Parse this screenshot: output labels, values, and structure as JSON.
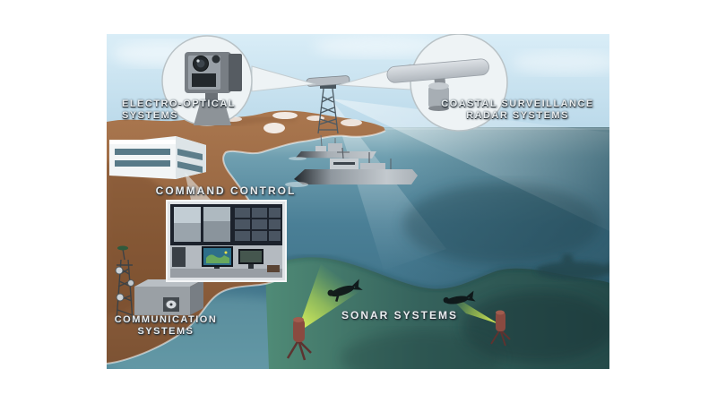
{
  "labels": {
    "electro_optical": {
      "line1": "ELECTRO-OPTICAL",
      "line2": "SYSTEMS"
    },
    "coastal_radar": {
      "line1": "COASTAL SURVEILLANCE",
      "line2": "RADAR SYSTEMS"
    },
    "command_control": {
      "label": "COMMAND CONTROL"
    },
    "communication": {
      "line1": "COMMUNICATION",
      "line2": "SYSTEMS"
    },
    "sonar": {
      "label": "SONAR SYSTEMS"
    }
  },
  "scene_elements": [
    "electro-optical camera pod in callout bubble",
    "coastal surveillance radar antenna in callout bubble",
    "lattice radar tower on coastal cliff",
    "command center building on shore",
    "command control room photo inset with video wall and map consoles",
    "communication lattice tower and equipment shelter",
    "two naval patrol ships at sea",
    "submarine silhouette underwater",
    "two divers underwater",
    "two seabed sonar transducers",
    "yellow-green sonar detection beams",
    "radar coverage beams over the sea"
  ],
  "colors": {
    "sky": "#cfe4f2",
    "sea": "#4e8398",
    "underwater": "#2f5a54",
    "terrain": "#9a6a45",
    "sonar_beam": "#d9f04e",
    "bubble_fill": "#eef3f5",
    "label_text": "#e9edef"
  }
}
